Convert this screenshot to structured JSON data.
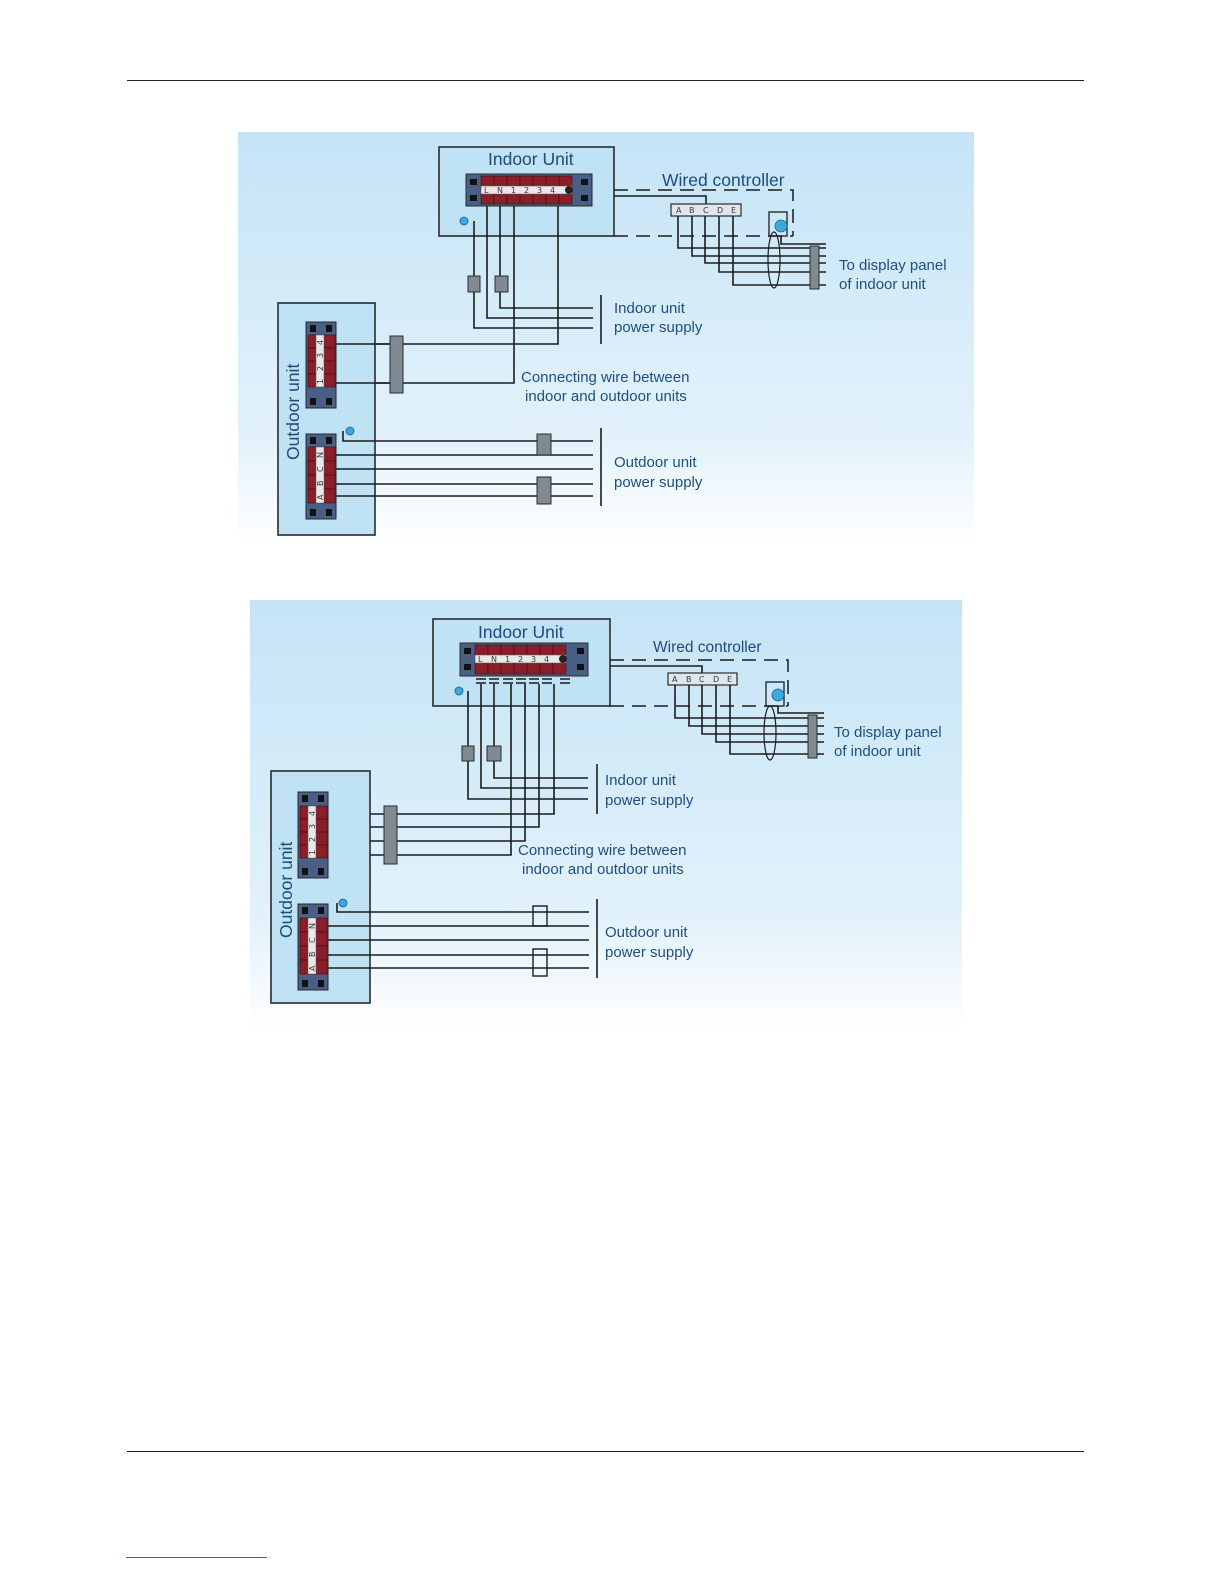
{
  "diagrams": [
    {
      "indoor_unit_title": "Indoor Unit",
      "wired_controller_title": "Wired controller",
      "outdoor_unit_title": "Outdoor unit",
      "indoor_terminals": [
        "L",
        "N",
        "1",
        "2",
        "3",
        "4"
      ],
      "controller_terminals": [
        "A",
        "B",
        "C",
        "D",
        "E"
      ],
      "outdoor_signal_terminals": [
        "1",
        "2",
        "3",
        "4"
      ],
      "outdoor_power_terminals": [
        "A",
        "B",
        "C",
        "N"
      ],
      "display_panel_label_1": "To display panel",
      "display_panel_label_2": "of indoor unit",
      "indoor_power_label_1": "Indoor unit",
      "indoor_power_label_2": "power supply",
      "connecting_label_1": "Connecting wire between",
      "connecting_label_2": "indoor and outdoor units",
      "outdoor_power_label_1": "Outdoor unit",
      "outdoor_power_label_2": "power supply"
    },
    {
      "indoor_unit_title": "Indoor Unit",
      "wired_controller_title": "Wired controller",
      "outdoor_unit_title": "Outdoor unit",
      "indoor_terminals": [
        "L",
        "N",
        "1",
        "2",
        "3",
        "4"
      ],
      "controller_terminals": [
        "A",
        "B",
        "C",
        "D",
        "E"
      ],
      "outdoor_signal_terminals": [
        "1",
        "2",
        "3",
        "4"
      ],
      "outdoor_power_terminals": [
        "A",
        "B",
        "C",
        "N"
      ],
      "display_panel_label_1": "To display panel",
      "display_panel_label_2": "of indoor unit",
      "indoor_power_label_1": "Indoor unit",
      "indoor_power_label_2": "power supply",
      "connecting_label_1": "Connecting wire between",
      "connecting_label_2": "indoor and outdoor units",
      "outdoor_power_label_1": "Outdoor unit",
      "outdoor_power_label_2": "power supply"
    }
  ],
  "colors": {
    "panel_top": "#c4e4f6",
    "panel_bottom": "#ffffff",
    "unit_box": "#bfe2f4",
    "label_text": "#1f4f7e",
    "terminal_slot": "#8a1f2a",
    "terminal_strip": "#4a5f86",
    "ground_symbol": "#3aa9e0"
  }
}
